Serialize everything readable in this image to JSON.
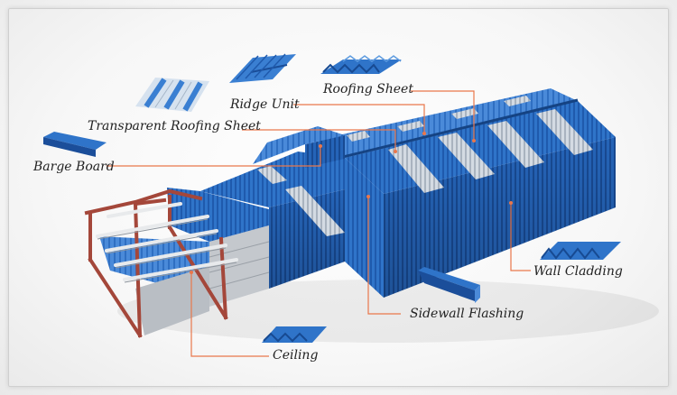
{
  "labels": {
    "roofing_sheet": "Roofing Sheet",
    "ridge_unit": "Ridge Unit",
    "transparent_roofing_sheet": "Transparent Roofing Sheet",
    "barge_board": "Barge Board",
    "wall_cladding": "Wall Cladding",
    "sidewall_flashing": "Sidewall Flashing",
    "ceiling": "Ceiling"
  },
  "colors": {
    "sheet_blue": "#2f74c9",
    "sheet_blue_dark": "#1d4f9c",
    "sheet_blue_light": "#5b9ae0",
    "skylight": "#c9d2dc",
    "steel_frame": "#a4473a",
    "leader_line": "#e9774b"
  }
}
